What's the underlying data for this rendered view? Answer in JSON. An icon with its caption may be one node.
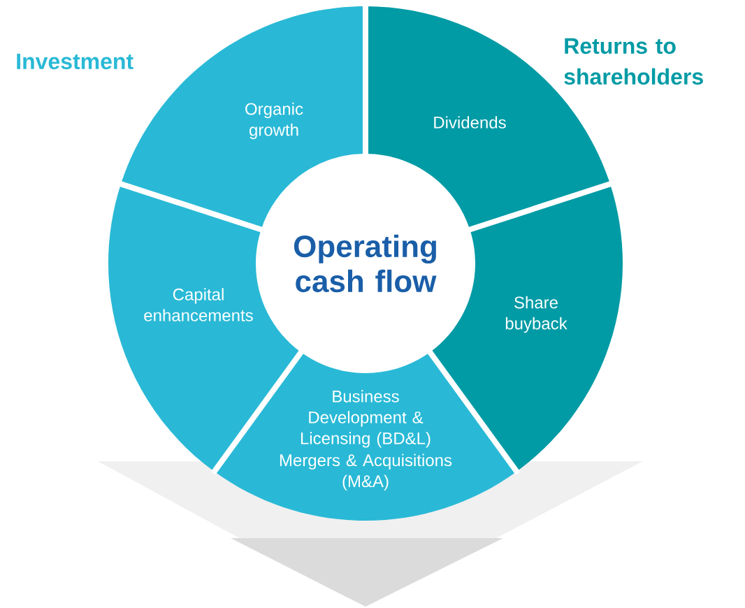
{
  "diagram": {
    "nodes": [
      {
        "text": [
          "Operating cash flow"
        ]
      },
      {
        "text": [
          "Organic growth"
        ]
      },
      {
        "text": [
          "Dividends"
        ]
      },
      {
        "text": [
          "Share buyback"
        ]
      },
      {
        "text": [
          "Business Development & Licensing (BD&L)",
          "Mergers & Acquisitions (M&A)"
        ]
      },
      {
        "text": [
          "Capital enhancements"
        ]
      }
    ],
    "labels": [
      "Investment",
      "Returns to shareholders"
    ]
  }
}
